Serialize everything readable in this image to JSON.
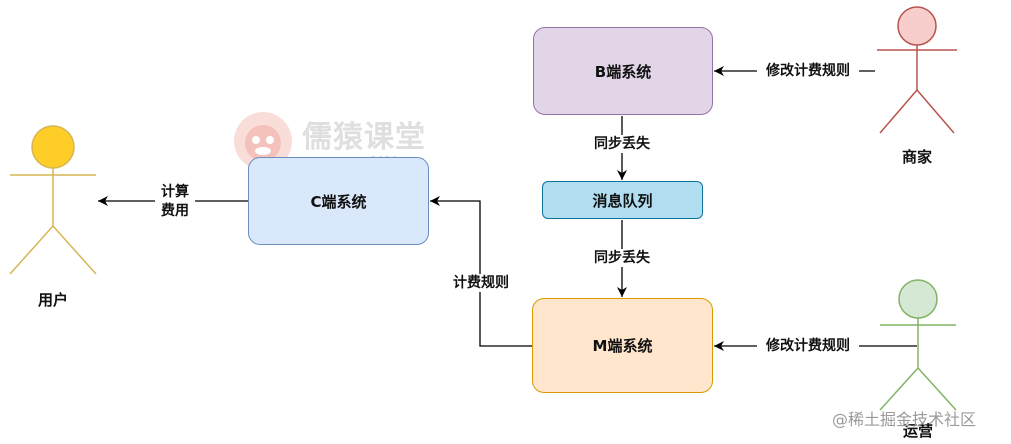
{
  "nodes": {
    "b_system": "B端系统",
    "c_system": "C端系统",
    "queue": "消息队列",
    "m_system": "M端系统"
  },
  "actors": {
    "user": "用户",
    "merchant": "商家",
    "ops": "运营"
  },
  "edges": {
    "merchant_to_b": "修改计费规则",
    "b_to_queue": "同步丢失",
    "queue_to_m": "同步丢失",
    "ops_to_m": "修改计费规则",
    "m_to_c": "计费规则",
    "c_to_user_line1": "计算",
    "c_to_user_line2": "费用"
  },
  "watermarks": {
    "logo_text": "儒猿课堂",
    "logo_url": "www.ruyuan2020.com",
    "footer": "@稀土掘金技术社区"
  },
  "colors": {
    "b_fill": "#e1d5e7",
    "b_stroke": "#9673a6",
    "c_fill": "#dae8fc",
    "c_stroke": "#6c8ebf",
    "queue_fill": "#b1ddf0",
    "queue_stroke": "#10739e",
    "m_fill": "#ffe6cc",
    "m_stroke": "#d79b00",
    "user_fill": "#ffcd28",
    "user_stroke": "#d6b656",
    "merchant_fill": "#f8cecc",
    "merchant_stroke": "#b85450",
    "ops_fill": "#d5e8d4",
    "ops_stroke": "#82b366"
  }
}
